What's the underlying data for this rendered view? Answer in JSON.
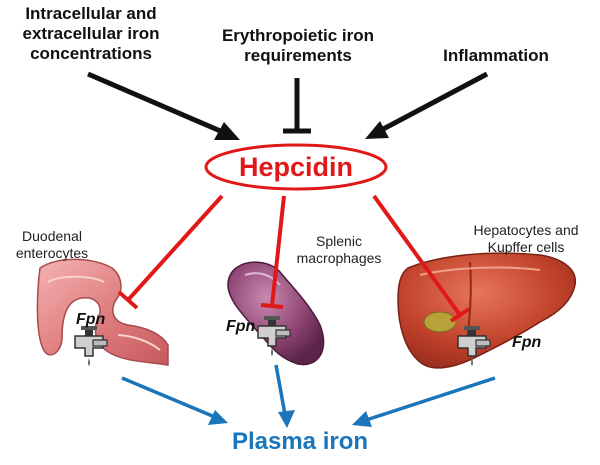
{
  "regulators": {
    "iron_concentrations": [
      "Intracellular and",
      "extracellular iron",
      "concentrations"
    ],
    "erythropoietic": [
      "Erythropoietic iron",
      "requirements"
    ],
    "inflammation": "Inflammation"
  },
  "hormone": "Hepcidin",
  "organs": {
    "duodenum": [
      "Duodenal",
      "enterocytes"
    ],
    "spleen": [
      "Splenic",
      "macrophages"
    ],
    "liver": [
      "Hepatocytes and",
      "Kupffer cells"
    ]
  },
  "exporter": "Fpn",
  "output": "Plasma iron",
  "colors": {
    "hepcidin_red": "#e01818",
    "plasma_blue": "#1a75bb",
    "arrow_black": "#111111",
    "duodenum": "#e48a8a",
    "spleen": "#8a3f6a",
    "liver": "#c0392b"
  }
}
